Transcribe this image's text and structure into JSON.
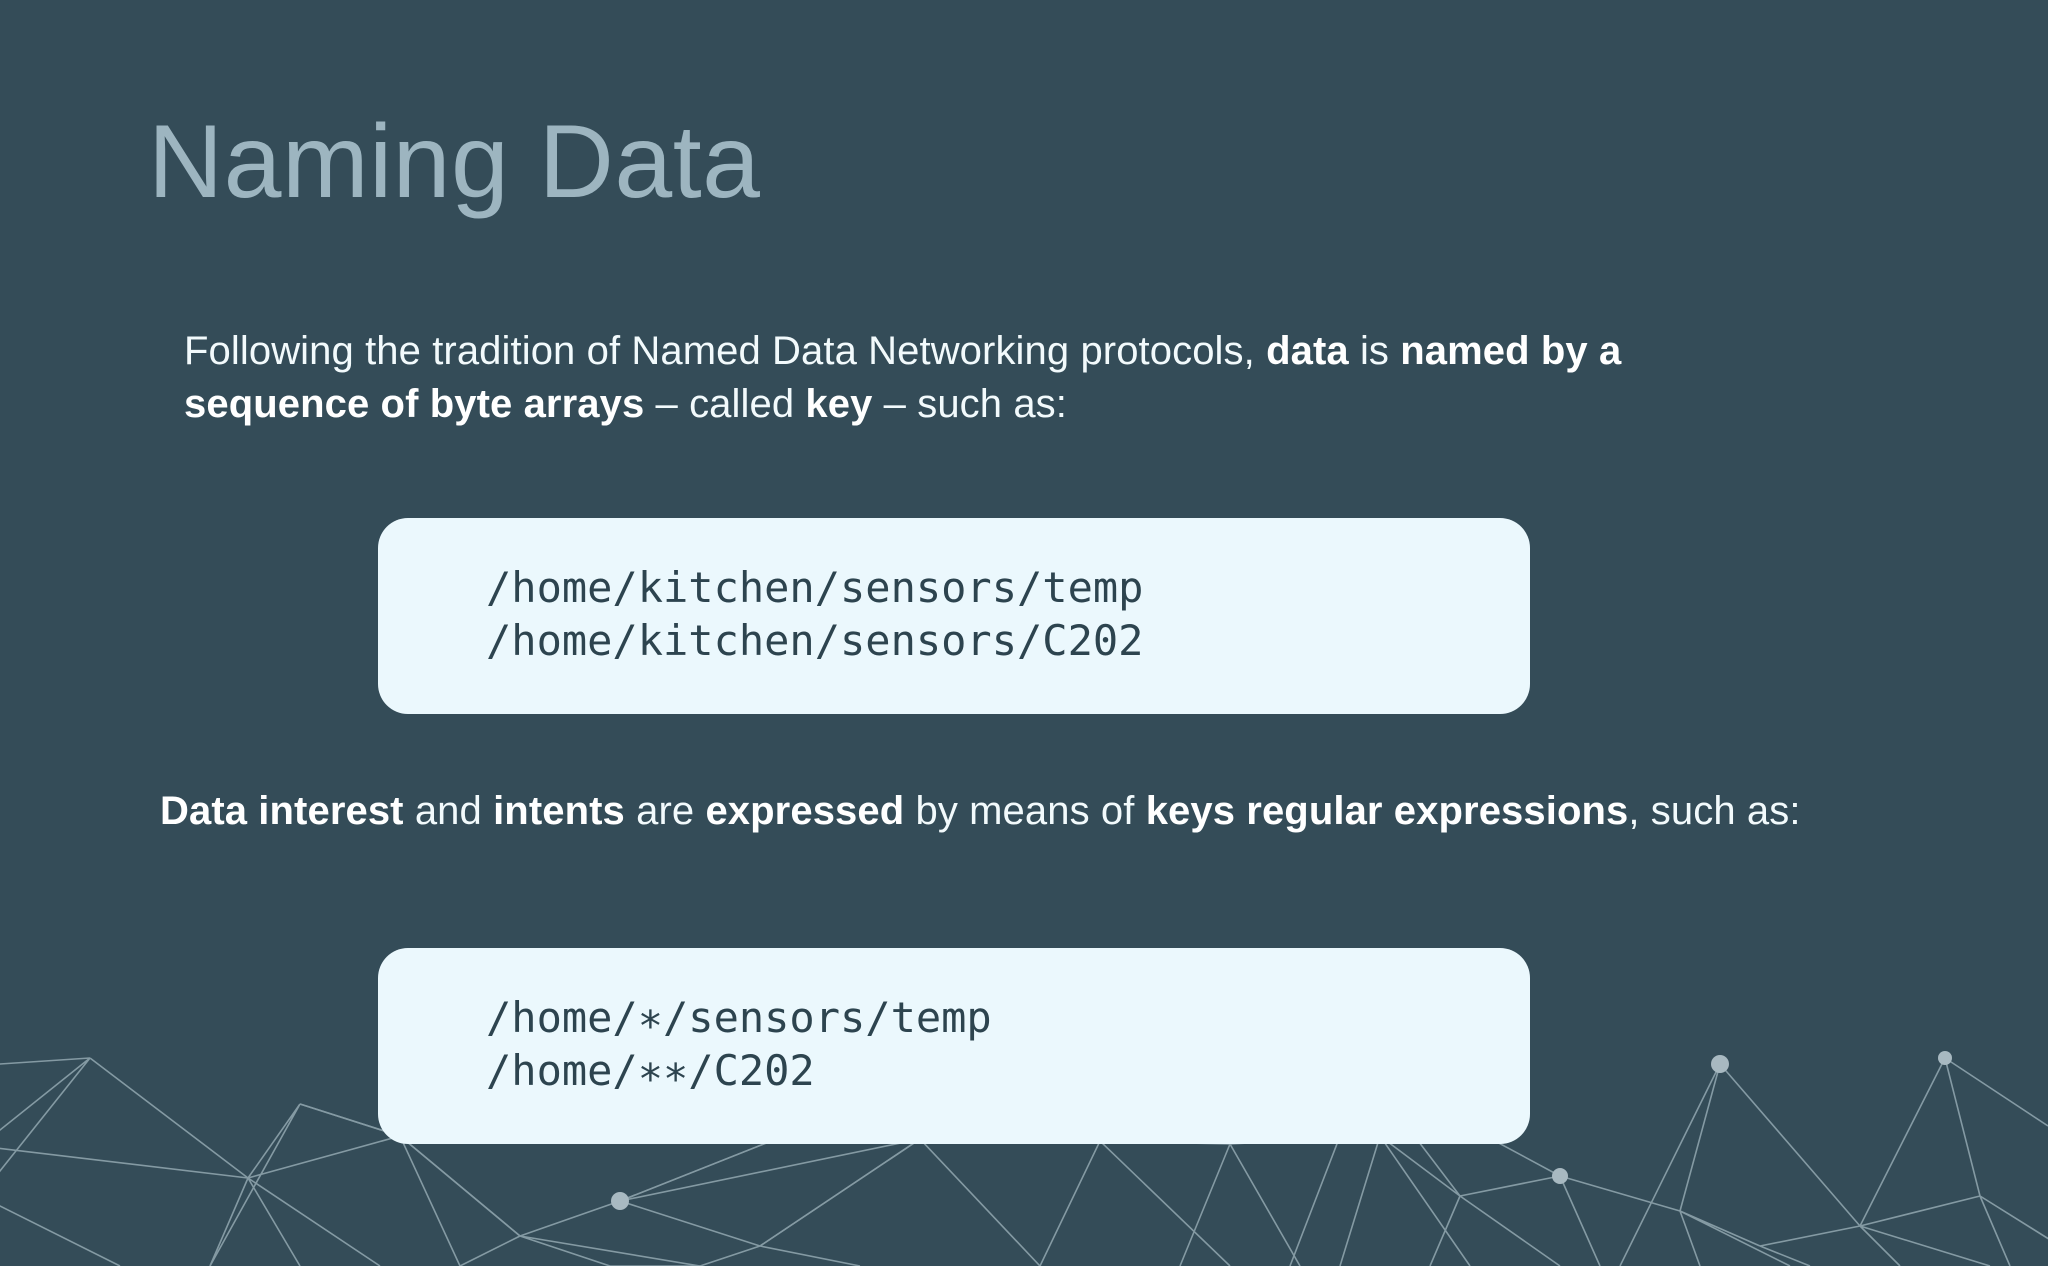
{
  "slide": {
    "title": "Naming Data",
    "background_color": "#344c58",
    "title_color": "#9db5c0",
    "body_color": "#f2fafc",
    "card_color": "#ebf8fd",
    "code_color": "#2d444f",
    "mesh_line_color": "#93a8b1"
  },
  "paragraph_1": {
    "segments": [
      {
        "text": "Following the tradition of Named Data Networking protocols, ",
        "bold": false
      },
      {
        "text": "data",
        "bold": true
      },
      {
        "text": " is ",
        "bold": false
      },
      {
        "text": "named by a sequence of byte arrays",
        "bold": true
      },
      {
        "text": " – called ",
        "bold": false
      },
      {
        "text": "key",
        "bold": true
      },
      {
        "text": " – such as:",
        "bold": false
      }
    ],
    "plain": "Following the tradition of Named Data Networking protocols, data is named by a sequence of byte arrays – called key – such as:"
  },
  "code_block_1": {
    "lines": [
      "/home/kitchen/sensors/temp",
      "/home/kitchen/sensors/C202"
    ]
  },
  "paragraph_2": {
    "segments": [
      {
        "text": "Data interest",
        "bold": true
      },
      {
        "text": " and ",
        "bold": false
      },
      {
        "text": "intents",
        "bold": true
      },
      {
        "text": " are ",
        "bold": false
      },
      {
        "text": "expressed",
        "bold": true
      },
      {
        "text": " by means of ",
        "bold": false
      },
      {
        "text": "keys regular expressions",
        "bold": true
      },
      {
        "text": ", such as:",
        "bold": false
      }
    ],
    "plain": "Data interest and intents are expressed by means of keys regular expressions, such as:"
  },
  "code_block_2": {
    "lines": [
      "/home/∗/sensors/temp",
      "/home/∗∗/C202"
    ]
  },
  "decoration": {
    "name": "network-mesh-graphic"
  }
}
